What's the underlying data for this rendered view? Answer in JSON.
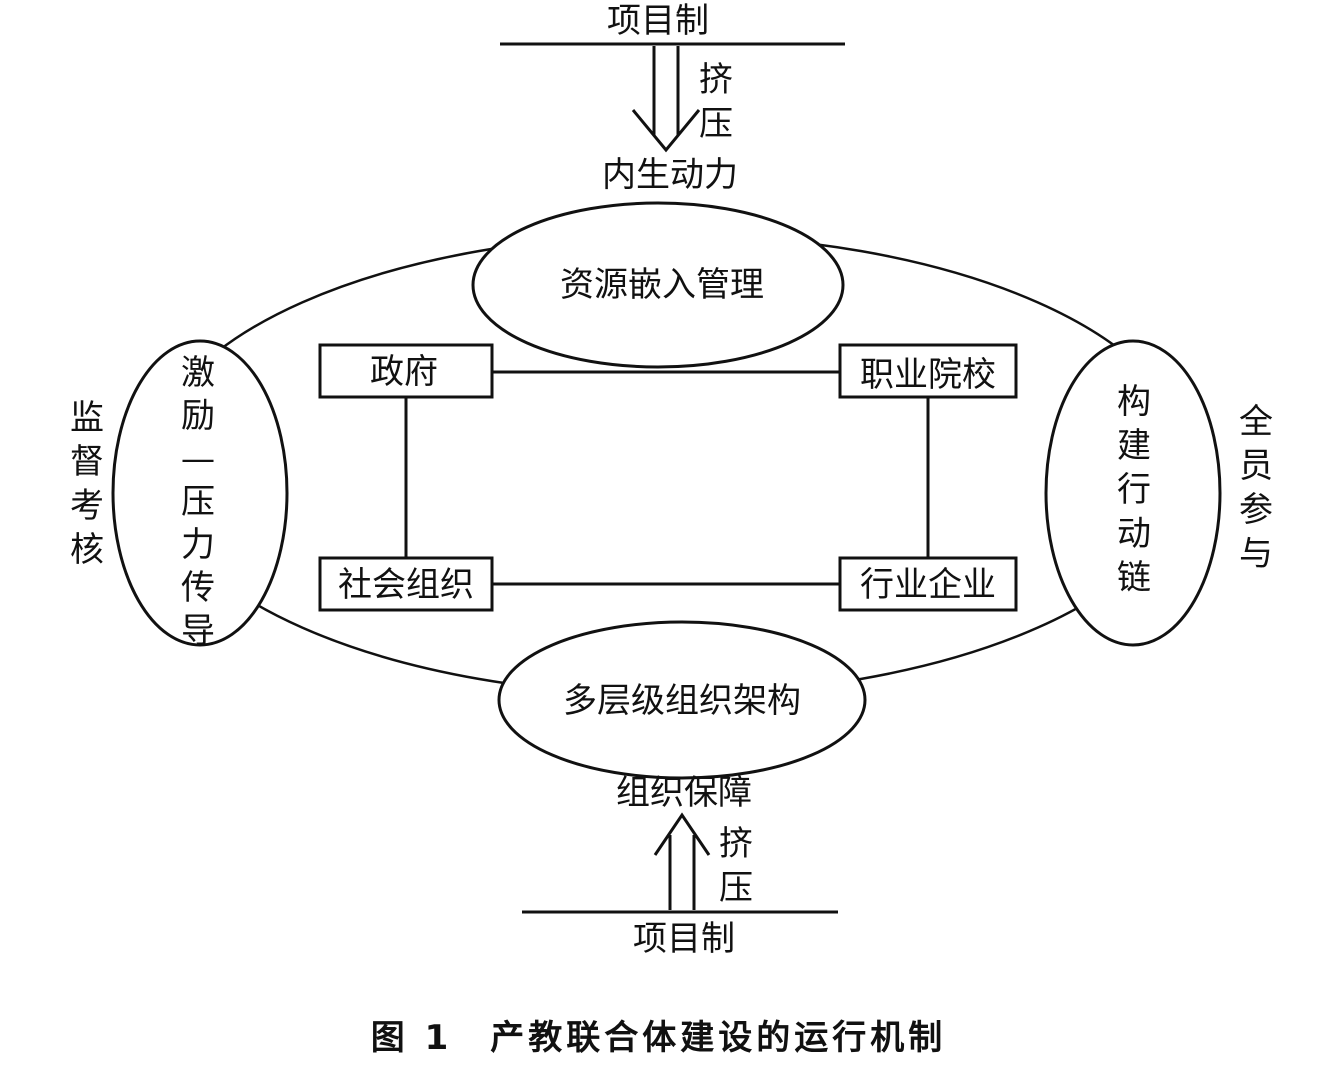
{
  "top": {
    "project": "项目制",
    "squeeze": "挤压",
    "driver": "内生动力"
  },
  "bottom": {
    "project": "项目制",
    "squeeze": "挤压",
    "support": "组织保障"
  },
  "ellipses": {
    "top": "资源嵌入管理",
    "bottom": "多层级组织架构",
    "left": "激励—压力传导",
    "right": "构建行动链"
  },
  "boxes": {
    "gov": "政府",
    "school": "职业院校",
    "society": "社会组织",
    "industry": "行业企业"
  },
  "side_labels": {
    "left": "监督考核",
    "right": "全员参与"
  },
  "caption": "图 1　产教联合体建设的运行机制"
}
